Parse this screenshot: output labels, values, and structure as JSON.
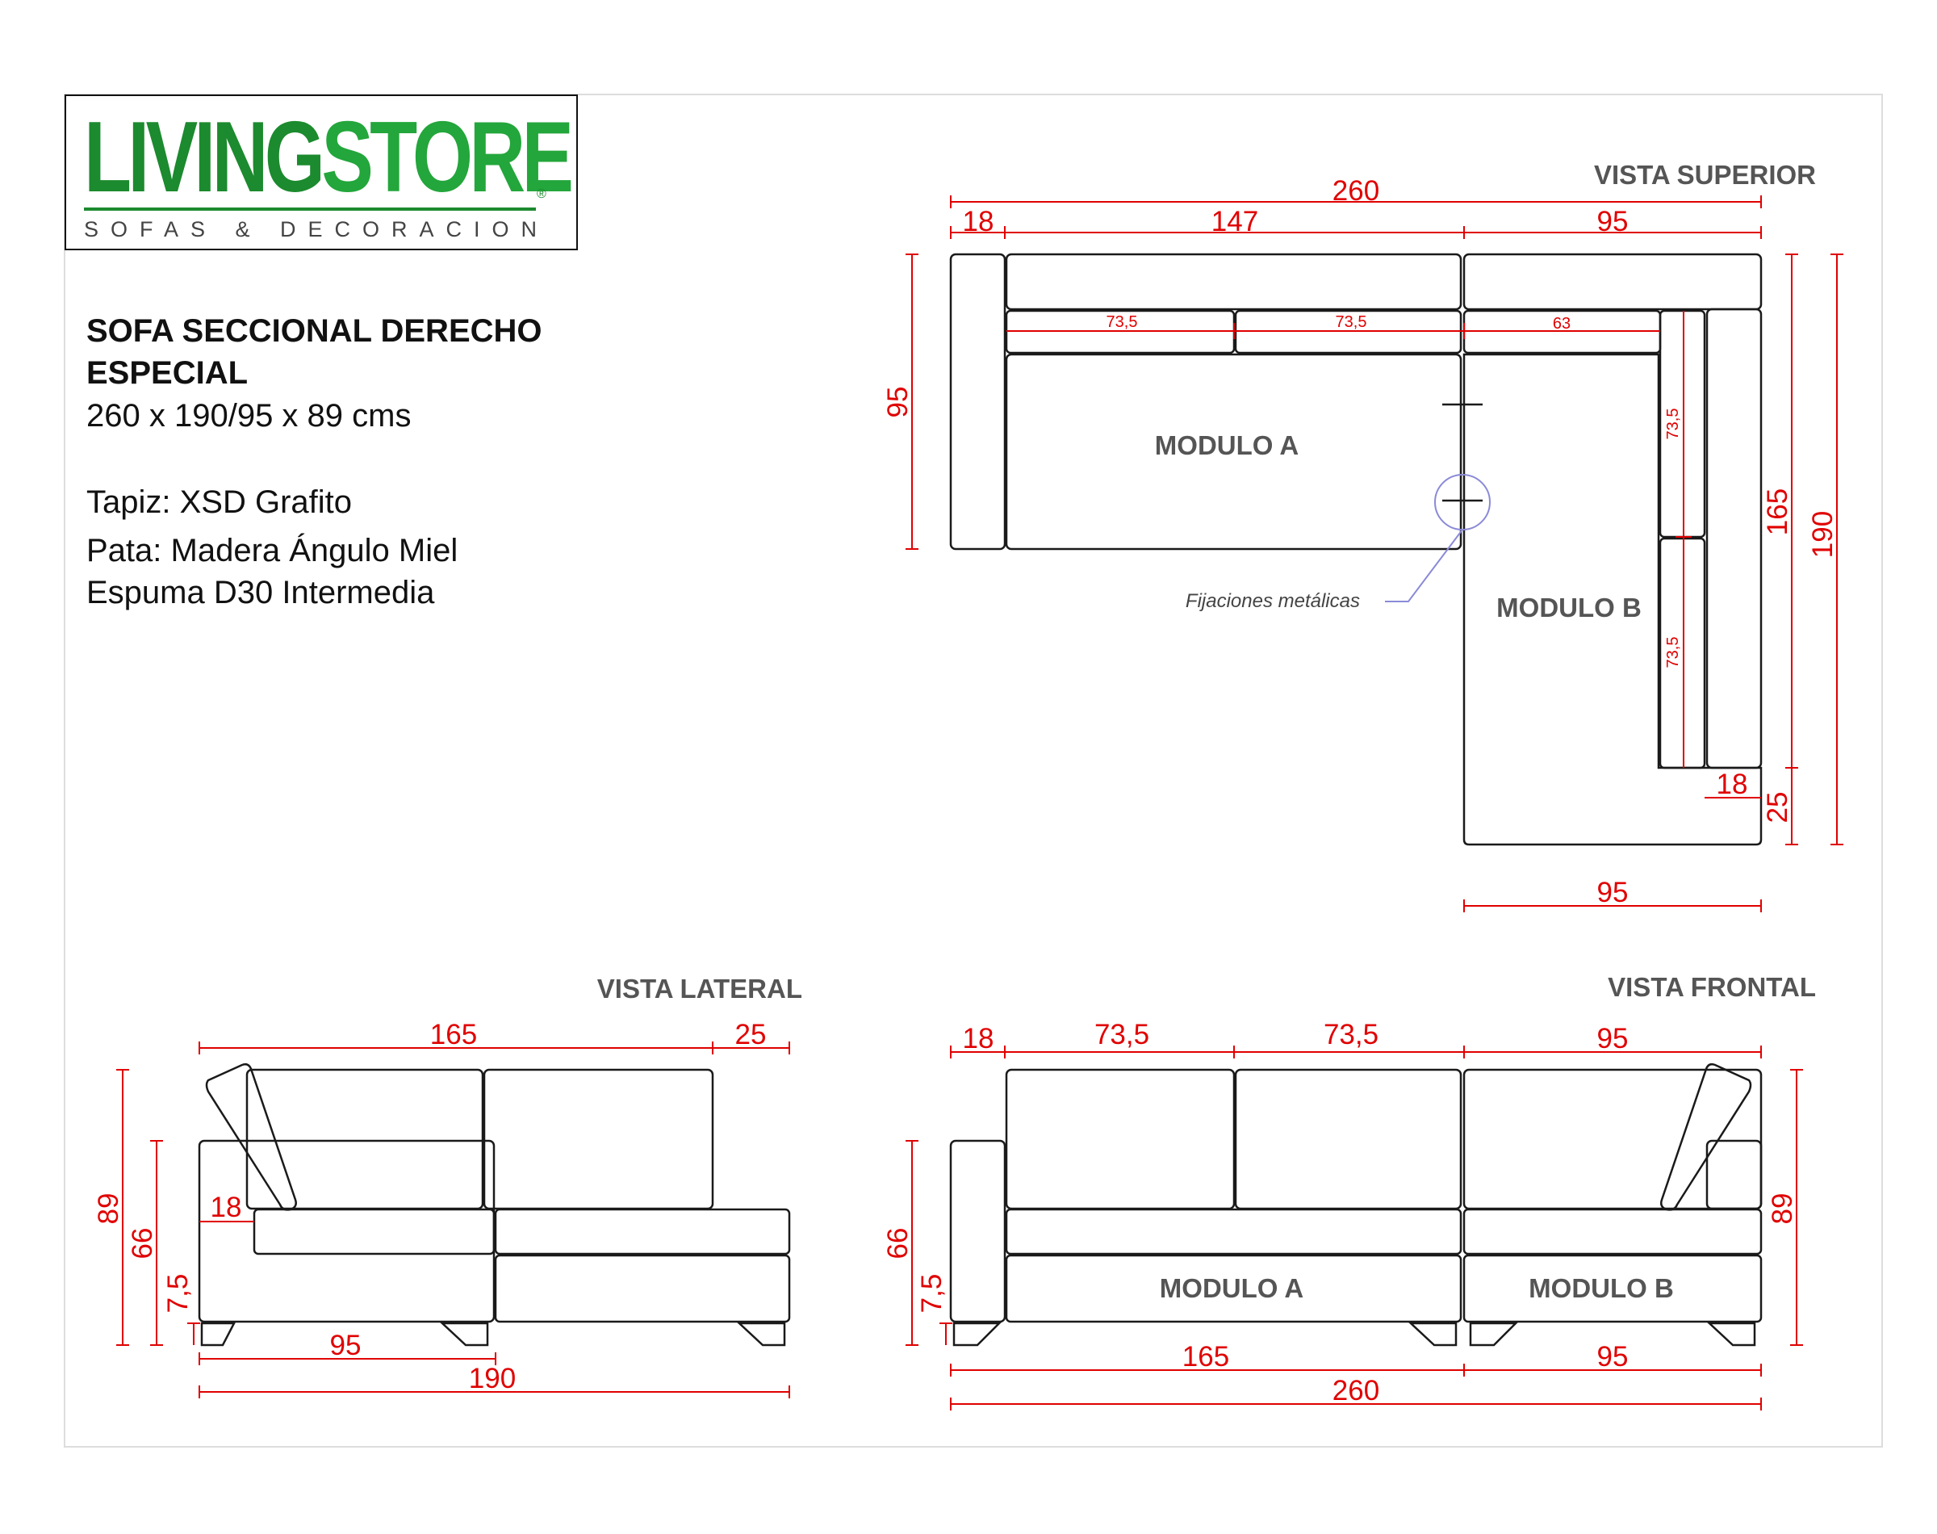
{
  "brand": {
    "logo_text_dark": "LIVING",
    "logo_text_light": "STORE",
    "reg_mark": "®",
    "tagline": "SOFAS & DECORACION"
  },
  "product": {
    "title_line1": "SOFA SECCIONAL DERECHO",
    "title_line2": "ESPECIAL",
    "size": "260 x 190/95 x 89 cms",
    "tapiz": "Tapiz: XSD Grafito",
    "pata": "Pata: Madera Ángulo Miel",
    "espuma": "Espuma D30 Intermedia"
  },
  "views": {
    "superior": {
      "title": "VISTA SUPERIOR",
      "module_a": "MODULO A",
      "module_b": "MODULO B",
      "fixing_note": "Fijaciones metálicas",
      "dims": {
        "total_width": "260",
        "arm_left": "18",
        "module_a_width": "147",
        "module_b_width": "95",
        "back_a1": "73,5",
        "back_a2": "73,5",
        "back_b": "63",
        "back_side1": "73,5",
        "back_side2": "73,5",
        "depth_a": "95",
        "depth_b": "165",
        "total_depth": "190",
        "arm_b": "18",
        "arm_b_depth": "25",
        "bottom_width": "95"
      }
    },
    "lateral": {
      "title": "VISTA LATERAL",
      "dims": {
        "seat_length": "165",
        "arm_depth": "25",
        "height_total": "89",
        "height_arm": "66",
        "height_leg": "7,5",
        "back_thickness": "18",
        "depth_short": "95",
        "depth_total": "190"
      }
    },
    "frontal": {
      "title": "VISTA FRONTAL",
      "module_a": "MODULO A",
      "module_b": "MODULO B",
      "dims": {
        "arm_left": "18",
        "seat1": "73,5",
        "seat2": "73,5",
        "seat_b": "95",
        "height_arm": "66",
        "height_leg": "7,5",
        "height_total": "89",
        "module_a_width": "165",
        "module_b_width": "95",
        "total_width": "260"
      }
    }
  },
  "colors": {
    "dimension": "#e00000",
    "outline": "#1a1a1a",
    "label": "#555555",
    "note_line": "#8a8ad8",
    "logo_green": "#1c8a2e"
  }
}
